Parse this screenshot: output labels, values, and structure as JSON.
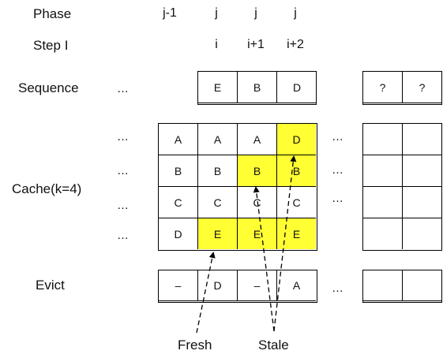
{
  "labels": {
    "phase": "Phase",
    "step": "Step I",
    "sequence": "Sequence",
    "cache": "Cache(k=4)",
    "evict": "Evict",
    "fresh": "Fresh",
    "stale": "Stale",
    "ellipsis": "…"
  },
  "phases": [
    "j-1",
    "j",
    "j",
    "j"
  ],
  "steps": [
    "i",
    "i+1",
    "i+2"
  ],
  "sequence": [
    "E",
    "B",
    "D"
  ],
  "future_sequence": [
    "?",
    "?"
  ],
  "cache": [
    [
      "A",
      "A",
      "A",
      "D"
    ],
    [
      "B",
      "B",
      "B",
      "B"
    ],
    [
      "C",
      "C",
      "C",
      "C"
    ],
    [
      "D",
      "E",
      "E",
      "E"
    ]
  ],
  "cache_highlight_color": "#ffff33",
  "cache_highlighted": [
    [
      0,
      3
    ],
    [
      1,
      2
    ],
    [
      1,
      3
    ],
    [
      3,
      1
    ],
    [
      3,
      2
    ],
    [
      3,
      3
    ]
  ],
  "evict": [
    "–",
    "D",
    "–",
    "A"
  ],
  "future_evict": [
    "",
    ""
  ]
}
